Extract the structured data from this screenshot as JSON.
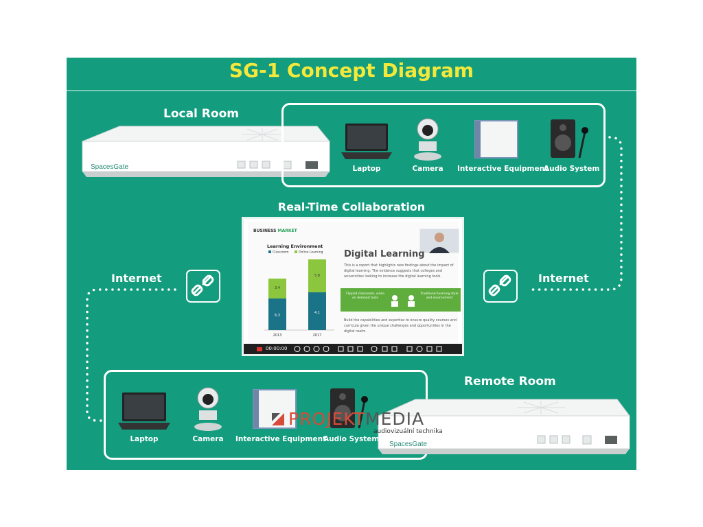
{
  "title": "SG-1 Concept Diagram",
  "local_room": {
    "heading": "Local Room",
    "device_brand": "SpacesGate",
    "devices": [
      {
        "label": "Laptop",
        "icon": "laptop-icon"
      },
      {
        "label": "Camera",
        "icon": "camera-icon"
      },
      {
        "label": "Interactive Equipment",
        "icon": "interactive-board-icon"
      },
      {
        "label": "Audio System",
        "icon": "speaker-microphone-icon"
      }
    ]
  },
  "remote_room": {
    "heading": "Remote Room",
    "device_brand": "SpacesGate",
    "devices": [
      {
        "label": "Laptop",
        "icon": "laptop-icon"
      },
      {
        "label": "Camera",
        "icon": "camera-icon"
      },
      {
        "label": "Interactive Equipment",
        "icon": "interactive-board-icon"
      },
      {
        "label": "Audio System",
        "icon": "speaker-microphone-icon"
      }
    ]
  },
  "collaboration": {
    "heading": "Real-Time Collaboration",
    "screen": {
      "brand_left": "BUSINESS",
      "brand_right": "MARKET",
      "chart_title": "Learning Environment",
      "legend": [
        "Classroom",
        "Online Learning"
      ],
      "bars": [
        {
          "year": "2013",
          "bottom": "6.3",
          "top": "3.4"
        },
        {
          "year": "2017",
          "bottom": "4.1",
          "top": "5.8"
        }
      ],
      "heading": "Digital Learning",
      "paragraph1": "This is a report that highlights new findings about the impact of digital learning. The evidence suggests that colleges and universities looking to increase the digital learning tools.",
      "band_left": "Flipped classroom, video on demand tools",
      "band_right": "Traditional learning style and environment",
      "paragraph2": "Build the capabilities and expertise to ensure quality courses and curricula given the unique challenges and opportunities in the digital realm",
      "timer": "00:00:00"
    }
  },
  "internet_left": "Internet",
  "internet_right": "Internet",
  "watermark": {
    "main_a": "PROJEKT",
    "main_b": "MEDIA",
    "sub": "audiovizuální technika"
  },
  "colors": {
    "background": "#139c7e",
    "title": "#f4e93b",
    "chart_classroom": "#1b7388",
    "chart_online": "#8cc63e"
  }
}
